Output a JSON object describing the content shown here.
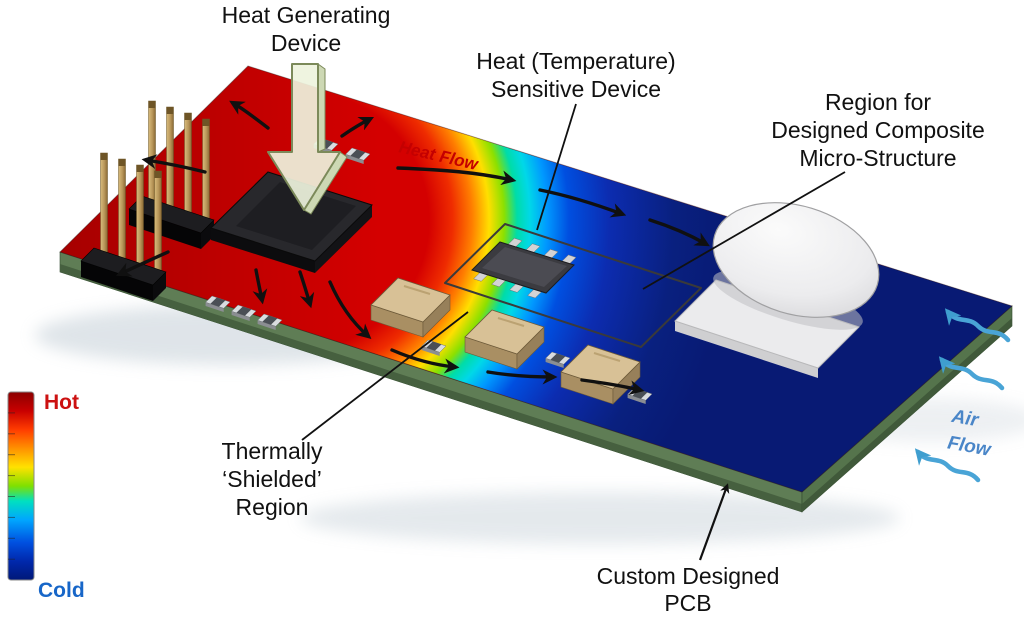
{
  "figure": {
    "background_color": "#ffffff",
    "description": "Thermal simulation diagram of a custom PCB"
  },
  "annotations": {
    "heat_generating_device": {
      "lines": [
        "Heat Generating",
        "Device"
      ]
    },
    "heat_sensitive_device": {
      "lines": [
        "Heat (Temperature)",
        "Sensitive Device"
      ]
    },
    "composite_region": {
      "lines": [
        "Region for",
        "Designed Composite",
        "Micro-Structure"
      ]
    },
    "shielded_region": {
      "lines": [
        "Thermally",
        "‘Shielded’",
        "Region"
      ]
    },
    "custom_pcb": {
      "lines": [
        "Custom Designed",
        "PCB"
      ]
    },
    "heat_flow": {
      "text": "Heat Flow",
      "color": "#c40000"
    },
    "air_flow": {
      "lines": [
        "Air",
        "Flow"
      ],
      "color": "#4a86c8"
    }
  },
  "colorbar": {
    "hot_label": "Hot",
    "cold_label": "Cold",
    "hot_label_color": "#cc1111",
    "cold_label_color": "#1766c8",
    "gradient_top_to_bottom": [
      "#8b0000",
      "#c80000",
      "#ff3c00",
      "#ff9100",
      "#ffe100",
      "#7fe000",
      "#00e0c0",
      "#00a6ff",
      "#0050e0",
      "#0028ac",
      "#001878"
    ]
  },
  "board": {
    "pcb_edge_color": "#5f7d55",
    "hot_color": "#d40000",
    "cold_color": "#081a74"
  }
}
